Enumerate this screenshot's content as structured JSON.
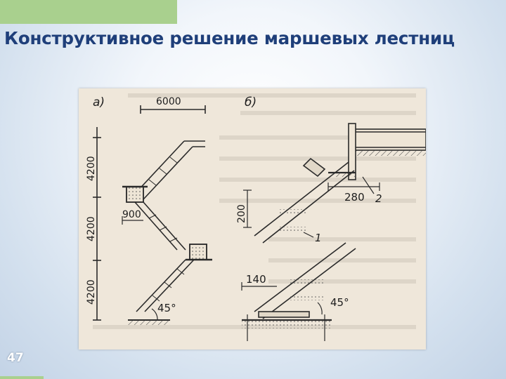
{
  "slide": {
    "title": "Конструктивное решение маршевых лестниц",
    "number": "47"
  },
  "figure": {
    "panel_a_label": "а)",
    "panel_b_label": "б)",
    "dim_width": "6000",
    "dim_height_top": "4200",
    "dim_height_mid": "4200",
    "dim_height_bottom": "4200",
    "dim_landing": "900",
    "angle_a": "45°",
    "dim_280": "280",
    "dim_200": "200",
    "dim_140": "140",
    "angle_b": "45°",
    "callout_1": "1",
    "callout_2": "2"
  }
}
